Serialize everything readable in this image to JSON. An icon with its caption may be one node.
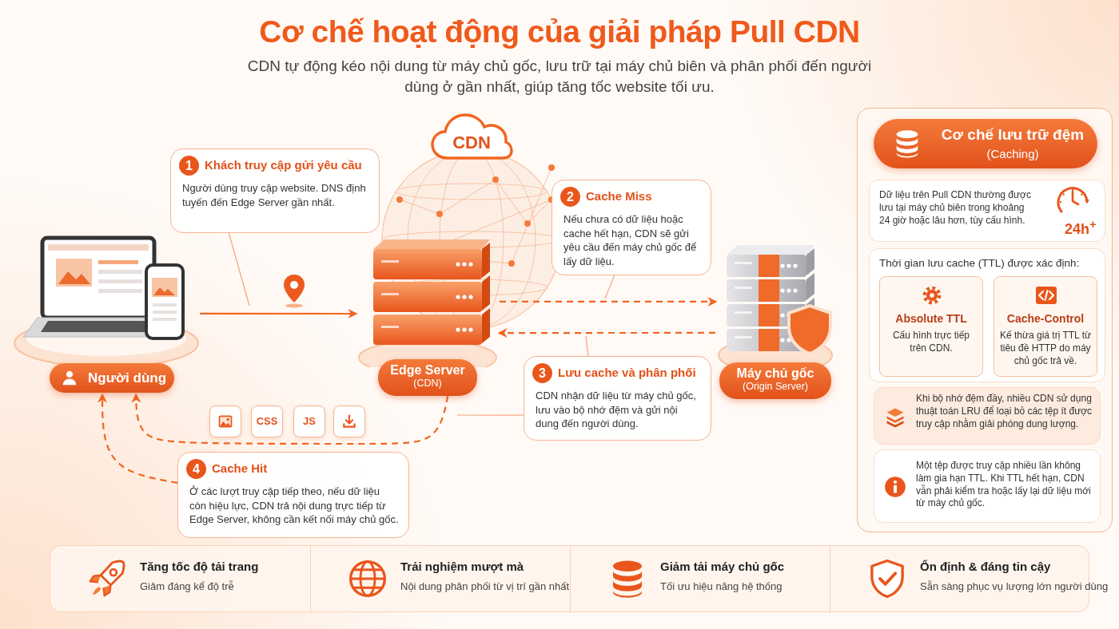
{
  "diagram": {
    "title": "Cơ chế hoạt động của giải pháp Pull CDN",
    "nodes": [
      {
        "text": [
          "Người dùng"
        ]
      },
      {
        "text": [
          "Edge Server",
          "(CDN)"
        ]
      },
      {
        "text": [
          "Máy chủ gốc",
          "(Origin Server)"
        ]
      },
      {
        "text": [
          "CDN"
        ]
      },
      {
        "text": [
          "1",
          "Khách truy cập gửi yêu cầu",
          "Người dùng truy cập website. DNS định tuyến đến Edge Server gần nhất."
        ]
      },
      {
        "text": [
          "2",
          "Cache Miss",
          "Nếu chưa có dữ liệu hoặc cache hết hạn, CDN sẽ gửi yêu cầu đến máy chủ gốc để lấy dữ liệu."
        ]
      },
      {
        "text": [
          "3",
          "Lưu cache và phân phối",
          "CDN nhận dữ liệu từ máy chủ gốc, lưu vào bộ nhớ đệm và gửi nội dung đến người dùng."
        ]
      },
      {
        "text": [
          "4",
          "Cache Hit",
          "Ở các lượt truy cập tiếp theo, nếu dữ liệu còn hiệu lực, CDN trả nội dung trực tiếp từ Edge Server, không cần kết nối máy chủ gốc."
        ]
      },
      {
        "text": [],
        "shape": "box"
      },
      {
        "text": [
          "CSS"
        ]
      },
      {
        "text": [
          "JS"
        ]
      },
      {
        "text": [],
        "shape": "box"
      },
      {
        "text": [],
        "shape": "box"
      },
      {
        "text": [
          "Cơ chế lưu trữ đệm",
          "(Caching)"
        ],
        "in": 12
      },
      {
        "text": [
          "Dữ liệu trên Pull CDN thường được lưu tại máy chủ biên trong khoảng 24 giờ hoặc lâu hơn, tùy cấu hình.",
          "24h$^{+}$"
        ],
        "in": 12
      },
      {
        "text": [
          "Thời gian lưu cache (TTL) được xác định:"
        ],
        "in": 12
      },
      {
        "text": [
          "Absolute TTL",
          "Cấu hình trực tiếp trên CDN."
        ],
        "in": 15
      },
      {
        "text": [
          "Cache-Control",
          "Kế thừa giá trị TTL từ tiêu đề HTTP do máy chủ gốc trả về."
        ],
        "in": 15
      },
      {
        "text": [
          "Khi bộ nhớ đệm đầy, nhiều CDN sử dụng thuật toán LRU để loại bỏ các tệp ít được truy cập nhằm giải phóng dung lượng."
        ],
        "in": 12
      },
      {
        "text": [
          "Một tệp được truy cập nhiều lần không làm gia hạn TTL. Khi TTL hết hạn, CDN vẫn phải kiểm tra hoặc lấy lại dữ liệu mới từ máy chủ gốc."
        ],
        "in": 12
      },
      {
        "text": [],
        "shape": "box"
      },
      {
        "text": [
          "Tăng tốc độ tải trang",
          "Giảm đáng kể độ trễ"
        ],
        "in": 20
      },
      {
        "text": [
          "Trải nghiệm mượt mà",
          "Nội dung phân phối từ vị trí gần nhất"
        ],
        "in": 20
      },
      {
        "text": [
          "Giảm tải máy chủ gốc",
          "Tối ưu hiệu năng hệ thống"
        ],
        "in": 20
      },
      {
        "text": [
          "Ổn định & đáng tin cậy",
          "Sẵn sàng phục vụ lượng lớn người dùng"
        ],
        "in": 20
      }
    ],
    "edges": [
      {
        "from": 0,
        "to": 1,
        "arrow": "to"
      },
      {
        "from": 1,
        "to": 2,
        "arrow": "to",
        "style": "dashed"
      },
      {
        "from": 2,
        "to": 1,
        "arrow": "to",
        "style": "dashed"
      },
      {
        "from": 1,
        "to": 0,
        "arrow": "to",
        "style": "dashed"
      },
      {
        "from": 7,
        "to": 0,
        "arrow": "to",
        "style": "dashed"
      },
      {
        "from": 4,
        "to": null,
        "arrow": "none",
        "color": "#f3a47a"
      },
      {
        "from": 5,
        "to": null,
        "arrow": "none",
        "color": "#f3a47a"
      },
      {
        "from": 6,
        "to": null,
        "arrow": "none",
        "color": "#f3a47a"
      },
      {
        "from": 6,
        "to": null,
        "arrow": "none",
        "color": "#f3a47a"
      }
    ],
    "labels": [
      "CDN tự động kéo nội dung từ máy chủ gốc, lưu trữ tại máy chủ biên và phân phối đến người dùng ở gần nhất, giúp tăng tốc website tối ưu."
    ]
  }
}
